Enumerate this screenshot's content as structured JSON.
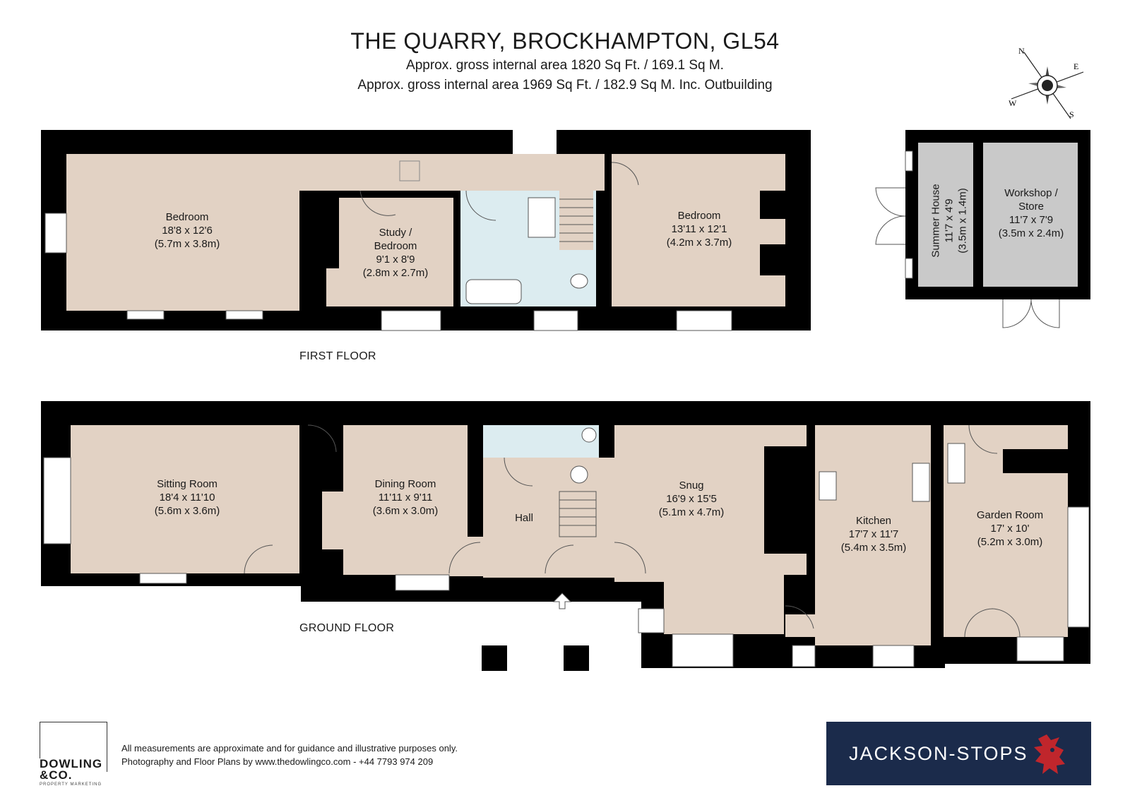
{
  "header": {
    "title": "THE QUARRY, BROCKHAMPTON, GL54",
    "area_line_1": "Approx. gross internal area 1820 Sq Ft. / 169.1 Sq M.",
    "area_line_2": "Approx. gross internal area 1969 Sq Ft. / 182.9 Sq M. Inc. Outbuilding"
  },
  "compass": {
    "n": "N",
    "e": "E",
    "s": "S",
    "w": "W"
  },
  "floors": {
    "first": "FIRST FLOOR",
    "ground": "GROUND FLOOR"
  },
  "rooms": {
    "bedroom1": {
      "name": "Bedroom",
      "imperial": "18'8 x 12'6",
      "metric": "(5.7m x 3.8m)"
    },
    "study": {
      "name": "Study /",
      "name2": "Bedroom",
      "imperial": "9'1 x 8'9",
      "metric": "(2.8m x 2.7m)"
    },
    "bedroom2": {
      "name": "Bedroom",
      "imperial": "13'11 x 12'1",
      "metric": "(4.2m x 3.7m)"
    },
    "summer_house": {
      "name": "Summer House",
      "imperial": "11'7 x 4'9",
      "metric": "(3.5m x 1.4m)"
    },
    "workshop": {
      "name": "Workshop /",
      "name2": "Store",
      "imperial": "11'7 x 7'9",
      "metric": "(3.5m x 2.4m)"
    },
    "sitting": {
      "name": "Sitting Room",
      "imperial": "18'4 x 11'10",
      "metric": "(5.6m x 3.6m)"
    },
    "dining": {
      "name": "Dining Room",
      "imperial": "11'11 x 9'11",
      "metric": "(3.6m x 3.0m)"
    },
    "hall": {
      "name": "Hall"
    },
    "snug": {
      "name": "Snug",
      "imperial": "16'9 x 15'5",
      "metric": "(5.1m x 4.7m)"
    },
    "kitchen": {
      "name": "Kitchen",
      "imperial": "17'7 x 11'7",
      "metric": "(5.4m x 3.5m)"
    },
    "garden": {
      "name": "Garden Room",
      "imperial": "17' x 10'",
      "metric": "(5.2m x 3.0m)"
    }
  },
  "colors": {
    "wall": "#000000",
    "room": "#e2d2c4",
    "bathroom": "#dcecf0",
    "outbuilding": "#c9c9c9",
    "brand_bg": "#1b2b4b",
    "brand_accent": "#c0262c"
  },
  "footer": {
    "agent_logo_line1": "DOWLING",
    "agent_logo_line2": "&CO.",
    "agent_logo_small": "PROPERTY MARKETING",
    "disclaimer_1": "All measurements are approximate and for guidance and illustrative purposes only.",
    "disclaimer_2": "Photography and Floor Plans by www.thedowlingco.com - +44 7793 974 209",
    "brand": "JACKSON-STOPS"
  }
}
